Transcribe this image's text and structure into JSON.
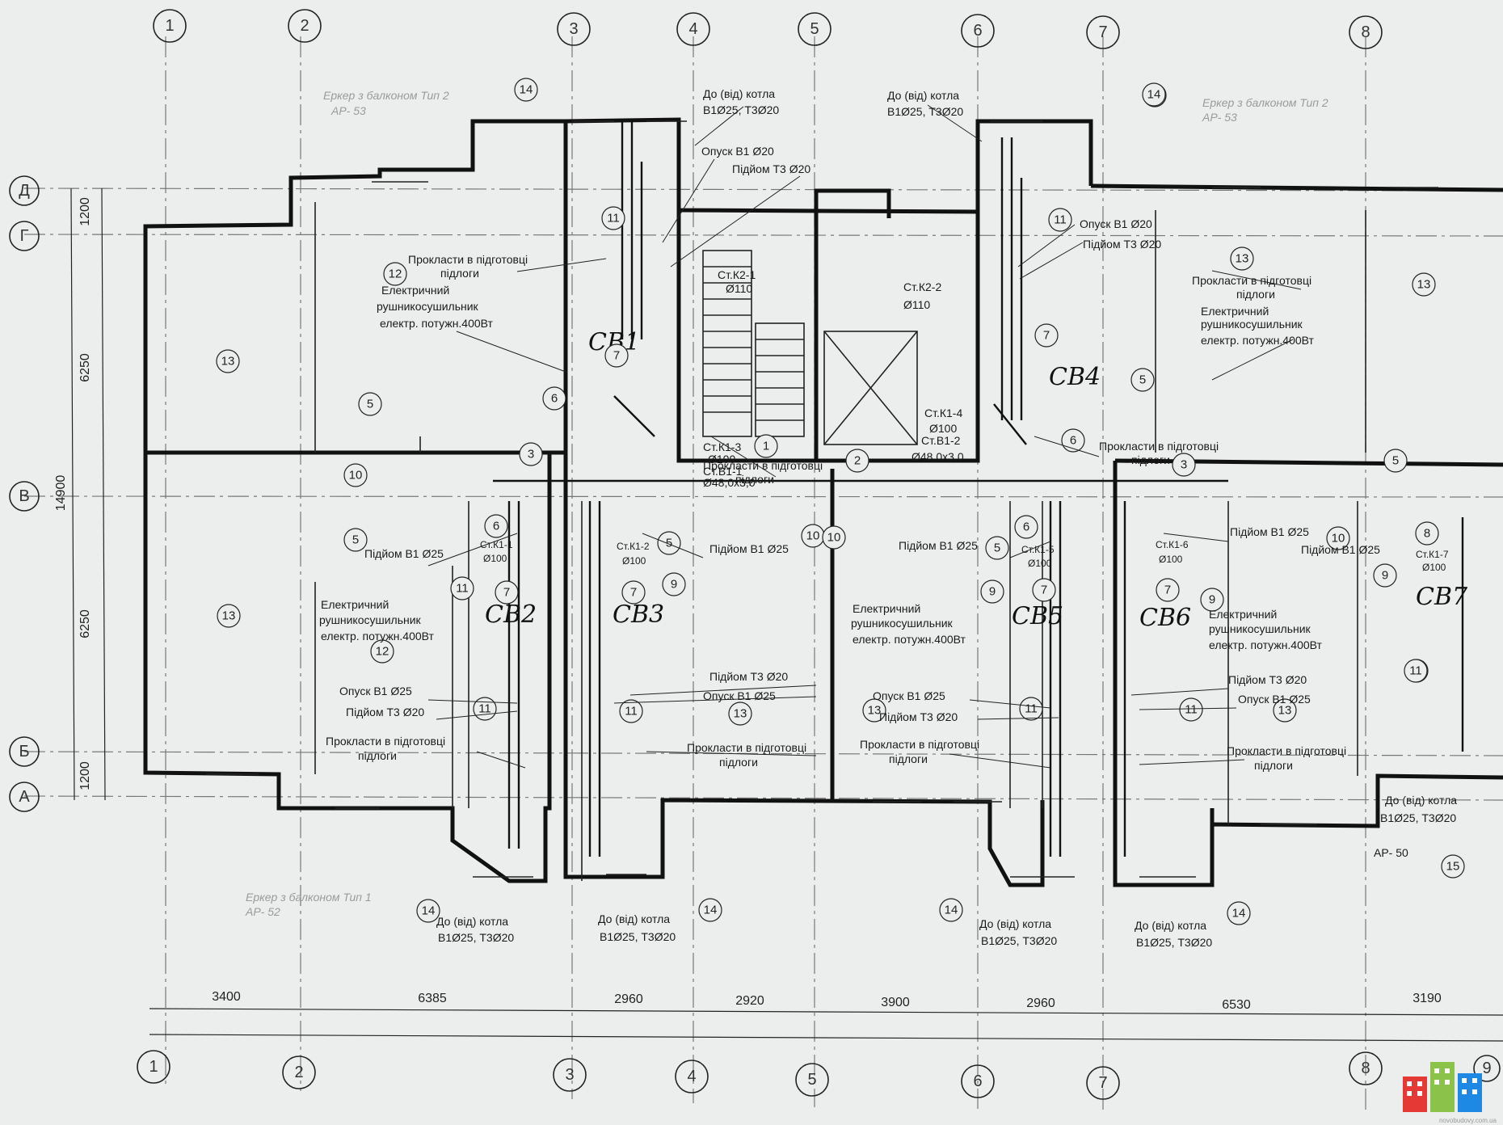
{
  "grid_axes": {
    "columns": [
      "1",
      "2",
      "3",
      "4",
      "5",
      "6",
      "7",
      "8",
      "9"
    ],
    "rows": [
      "Д",
      "Г",
      "В",
      "Б",
      "А"
    ]
  },
  "dimensions": {
    "bottom": [
      "3400",
      "6385",
      "2960",
      "2920",
      "3900",
      "2960",
      "6530",
      "3190"
    ],
    "left": [
      "1200",
      "6250",
      "14900",
      "6250",
      "1200"
    ]
  },
  "rooms": [
    {
      "id": "r1",
      "label": "1"
    },
    {
      "id": "r2",
      "label": "2"
    },
    {
      "id": "r3a",
      "label": "3"
    },
    {
      "id": "r3b",
      "label": "3"
    },
    {
      "id": "r5a",
      "label": "5"
    },
    {
      "id": "r5b",
      "label": "5"
    },
    {
      "id": "r5c",
      "label": "5"
    },
    {
      "id": "r5d",
      "label": "5"
    },
    {
      "id": "r5e",
      "label": "5"
    },
    {
      "id": "r5f",
      "label": "5"
    },
    {
      "id": "r6a",
      "label": "6"
    },
    {
      "id": "r6b",
      "label": "6"
    },
    {
      "id": "r6c",
      "label": "6"
    },
    {
      "id": "r6d",
      "label": "6"
    },
    {
      "id": "r7a",
      "label": "7"
    },
    {
      "id": "r7b",
      "label": "7"
    },
    {
      "id": "r7c",
      "label": "7"
    },
    {
      "id": "r7d",
      "label": "7"
    },
    {
      "id": "r7e",
      "label": "7"
    },
    {
      "id": "r7f",
      "label": "7"
    },
    {
      "id": "r8",
      "label": "8"
    },
    {
      "id": "r9a",
      "label": "9"
    },
    {
      "id": "r9b",
      "label": "9"
    },
    {
      "id": "r9c",
      "label": "9"
    },
    {
      "id": "r9d",
      "label": "9"
    },
    {
      "id": "r10a",
      "label": "10"
    },
    {
      "id": "r10b",
      "label": "10"
    },
    {
      "id": "r10c",
      "label": "10"
    },
    {
      "id": "r10d",
      "label": "10"
    },
    {
      "id": "r11a",
      "label": "11"
    },
    {
      "id": "r11b",
      "label": "11"
    },
    {
      "id": "r11c",
      "label": "11"
    },
    {
      "id": "r11d",
      "label": "11"
    },
    {
      "id": "r11e",
      "label": "11"
    },
    {
      "id": "r11f",
      "label": "11"
    },
    {
      "id": "r11g",
      "label": "11"
    },
    {
      "id": "r11h",
      "label": "11"
    },
    {
      "id": "r11i",
      "label": "11"
    },
    {
      "id": "r12a",
      "label": "12"
    },
    {
      "id": "r12b",
      "label": "12"
    },
    {
      "id": "r13a",
      "label": "13"
    },
    {
      "id": "r13b",
      "label": "13"
    },
    {
      "id": "r13c",
      "label": "13"
    },
    {
      "id": "r13d",
      "label": "13"
    },
    {
      "id": "r13e",
      "label": "13"
    },
    {
      "id": "r13f",
      "label": "13"
    },
    {
      "id": "r13g",
      "label": "13"
    },
    {
      "id": "r14a",
      "label": "14"
    },
    {
      "id": "r14b",
      "label": "14"
    },
    {
      "id": "r14c",
      "label": "14"
    },
    {
      "id": "r14d",
      "label": "14"
    },
    {
      "id": "r14e",
      "label": "14"
    },
    {
      "id": "r14f",
      "label": "14"
    },
    {
      "id": "r14g",
      "label": "14"
    },
    {
      "id": "r15",
      "label": "15"
    }
  ],
  "stacks": [
    "СВ1",
    "СВ2",
    "СВ3",
    "СВ4",
    "СВ5",
    "СВ6",
    "СВ7"
  ],
  "labels": {
    "boiler_title": "До (від) котла",
    "boiler_pipes": "В1Ø25, Т3Ø20",
    "floor_line1": "Прокласти в підготовці",
    "floor_line2": "підлоги",
    "dryer_line1": "Електричний",
    "dryer_line2": "рушникосушильник",
    "dryer_line3": "електр. потужн.400Вт",
    "riser_b1": "Підйом В1 Ø25",
    "riser_t3": "Підйом Т3 Ø20",
    "drop_b1_25": "Опуск В1 Ø25",
    "drop_b1_20": "Опуск В1 Ø20",
    "bay1": "Еркер з балконом Тип 1",
    "bay2": "Еркер з балконом Тип 2",
    "ap52": "АР- 52",
    "ap53": "АР- 53",
    "ap50": "АР- 50",
    "k2_1": "Ст.К2-1",
    "k2_2": "Ст.К2-2",
    "k1_1": "Ст.К1-1",
    "k1_2": "Ст.К1-2",
    "k1_3": "Ст.К1-3",
    "k1_4": "Ст.К1-4",
    "k1_5": "Ст.К1-5",
    "k1_6": "Ст.К1-6",
    "k1_7": "Ст.К1-7",
    "b1_1": "Ст.В1-1",
    "b1_2": "Ст.В1-2",
    "d100": "Ø100",
    "d110": "Ø110",
    "d48": "Ø48,0х3,0",
    "watermark": "novobudovy.com.ua"
  },
  "colors": {
    "paper": "#eceeee",
    "ink": "#111111",
    "logo": [
      "#e53935",
      "#8bc34a",
      "#1e88e5"
    ]
  }
}
